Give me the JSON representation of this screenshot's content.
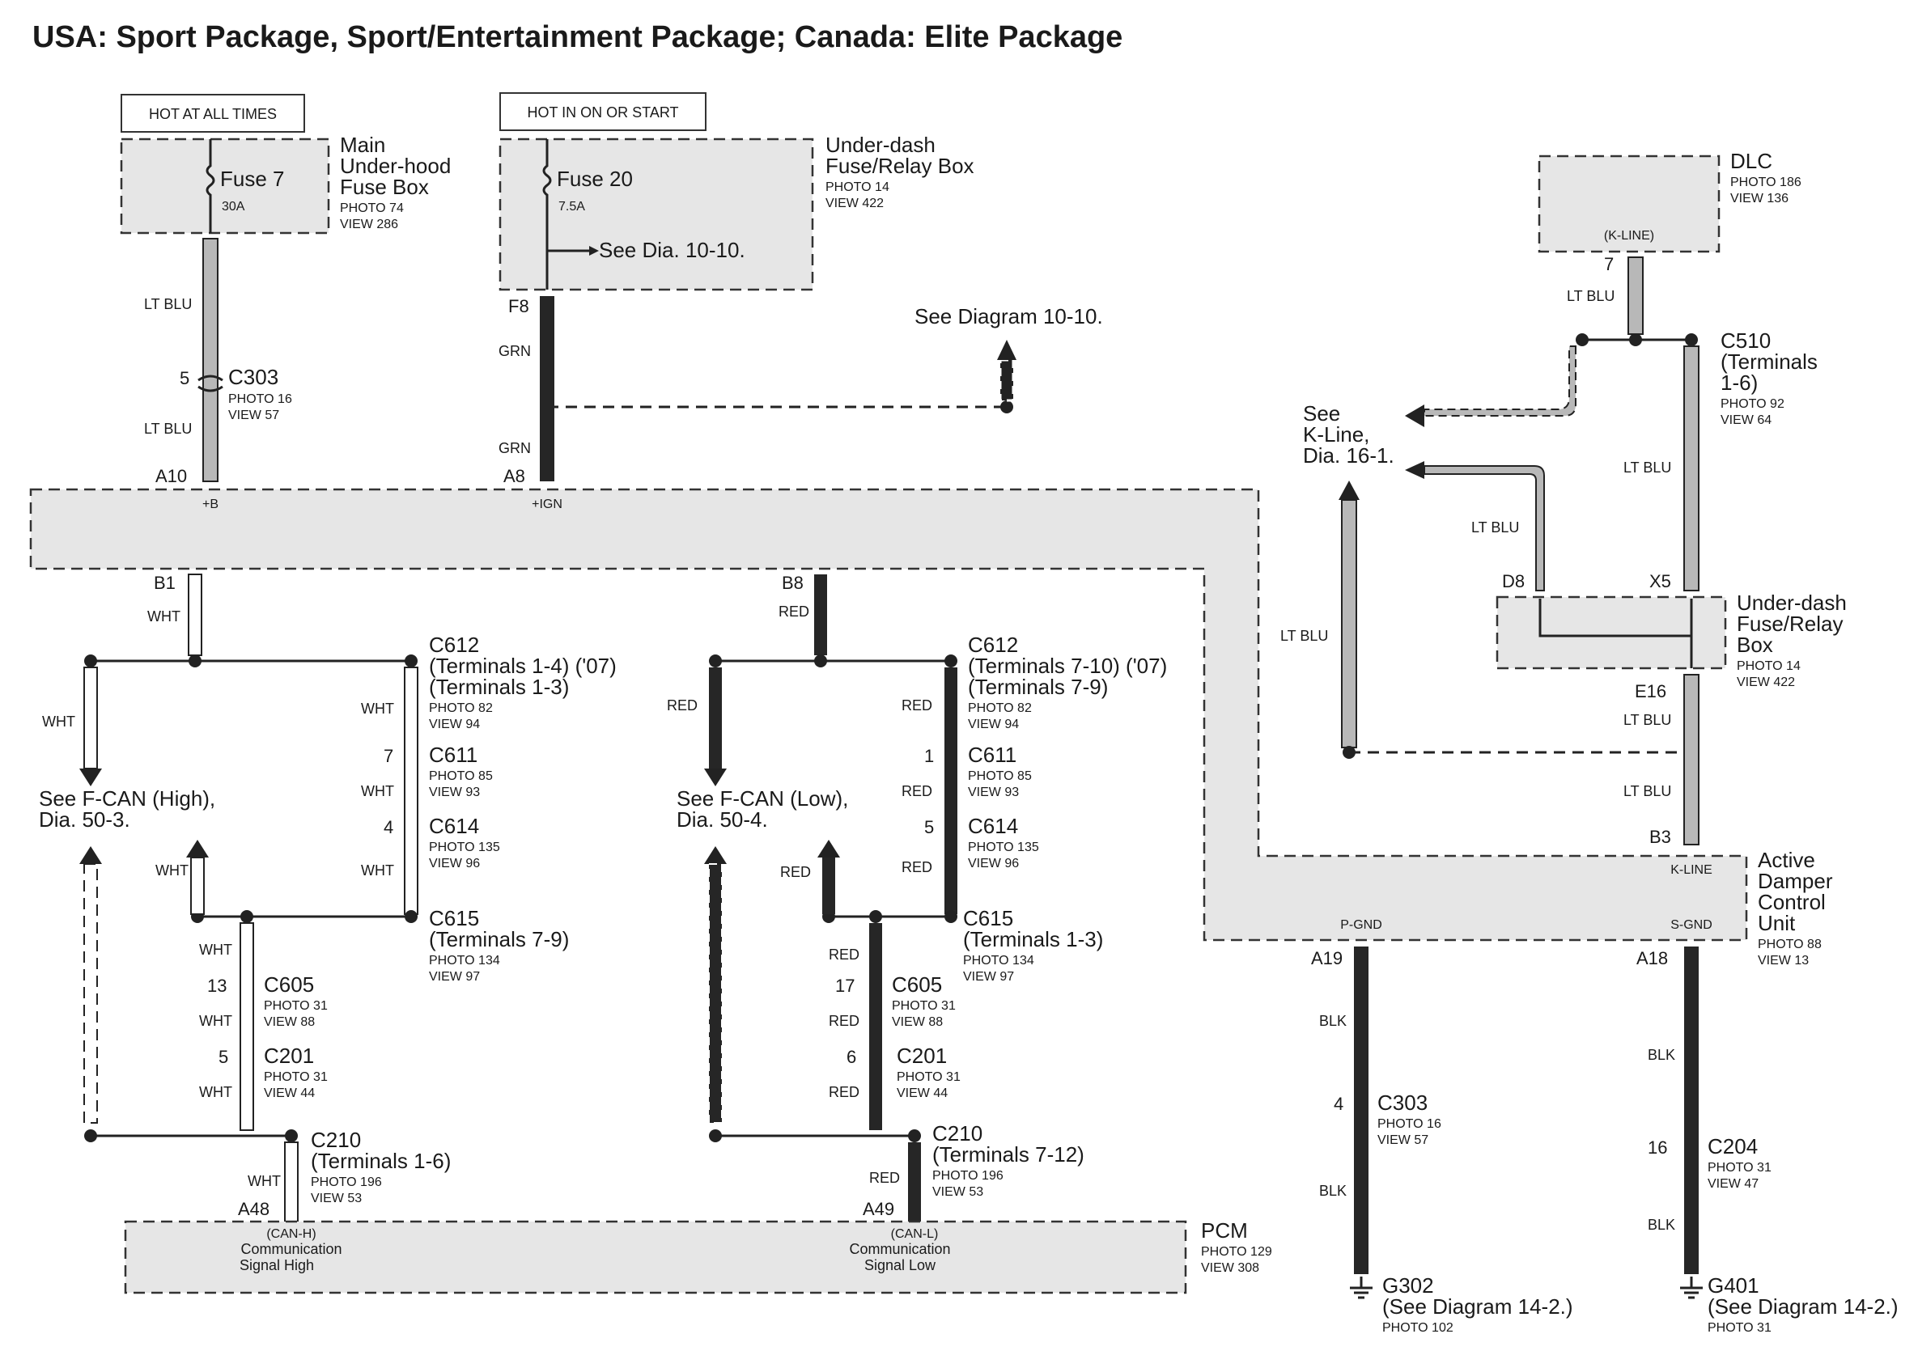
{
  "title": "USA: Sport Package, Sport/Entertainment Package; Canada: Elite Package",
  "hot_labels": {
    "always": "HOT AT ALL TIMES",
    "ign": "HOT IN ON OR START"
  },
  "fusebox_main": {
    "fuse": "Fuse 7",
    "amp": "30A",
    "name1": "Main",
    "name2": "Under-hood",
    "name3": "Fuse Box",
    "photo": "PHOTO 74",
    "view": "VIEW 286"
  },
  "fusebox_dash": {
    "fuse": "Fuse 20",
    "amp": "7.5A",
    "see": "See Dia. 10-10.",
    "name1": "Under-dash",
    "name2": "Fuse/Relay Box",
    "photo": "PHOTO 14",
    "view": "VIEW 422"
  },
  "see_diagram_10_10": "See Diagram 10-10.",
  "pins": {
    "a10": "A10",
    "a8": "A8",
    "f8": "F8",
    "b1": "B1",
    "b8": "B8",
    "plusb": "+B",
    "plusign": "+IGN",
    "a48": "A48",
    "a49": "A49",
    "a19": "A19",
    "a18": "A18",
    "d8": "D8",
    "x5": "X5",
    "e16": "E16",
    "b3": "B3",
    "n5": "5",
    "n7": "7",
    "n4": "4",
    "n13": "13",
    "n5b": "5",
    "n1": "1",
    "n5c": "5",
    "n17": "17",
    "n6": "6",
    "n7dlc": "7",
    "n4b": "4",
    "n16": "16"
  },
  "wire_colors": {
    "ltblu": "LT BLU",
    "grn": "GRN",
    "wht": "WHT",
    "red": "RED",
    "blk": "BLK"
  },
  "connectors": {
    "c303a": {
      "name": "C303",
      "photo": "PHOTO 16",
      "view": "VIEW 57"
    },
    "c612w": {
      "name": "C612",
      "t1": "(Terminals 1-4) ('07)",
      "t2": "(Terminals 1-3)",
      "photo": "PHOTO 82",
      "view": "VIEW 94"
    },
    "c611w": {
      "name": "C611",
      "photo": "PHOTO 85",
      "view": "VIEW 93"
    },
    "c614w": {
      "name": "C614",
      "photo": "PHOTO 135",
      "view": "VIEW 96"
    },
    "c615w": {
      "name": "C615",
      "t1": "(Terminals 7-9)",
      "photo": "PHOTO 134",
      "view": "VIEW 97"
    },
    "c605w": {
      "name": "C605",
      "photo": "PHOTO 31",
      "view": "VIEW 88"
    },
    "c201w": {
      "name": "C201",
      "photo": "PHOTO 31",
      "view": "VIEW 44"
    },
    "c210w": {
      "name": "C210",
      "t1": "(Terminals 1-6)",
      "photo": "PHOTO 196",
      "view": "VIEW 53"
    },
    "c612r": {
      "name": "C612",
      "t1": "(Terminals 7-10) ('07)",
      "t2": "(Terminals 7-9)",
      "photo": "PHOTO 82",
      "view": "VIEW 94"
    },
    "c611r": {
      "name": "C611",
      "photo": "PHOTO 85",
      "view": "VIEW 93"
    },
    "c614r": {
      "name": "C614",
      "photo": "PHOTO 135",
      "view": "VIEW 96"
    },
    "c615r": {
      "name": "C615",
      "t1": "(Terminals 1-3)",
      "photo": "PHOTO 134",
      "view": "VIEW 97"
    },
    "c605r": {
      "name": "C605",
      "photo": "PHOTO 31",
      "view": "VIEW 88"
    },
    "c201r": {
      "name": "C201",
      "photo": "PHOTO 31",
      "view": "VIEW 44"
    },
    "c210r": {
      "name": "C210",
      "t1": "(Terminals 7-12)",
      "photo": "PHOTO 196",
      "view": "VIEW 53"
    },
    "c510": {
      "name": "C510",
      "t1": "(Terminals",
      "t2": "1-6)",
      "photo": "PHOTO 92",
      "view": "VIEW 64"
    },
    "c303b": {
      "name": "C303",
      "photo": "PHOTO 16",
      "view": "VIEW 57"
    },
    "c204": {
      "name": "C204",
      "photo": "PHOTO 31",
      "view": "VIEW 47"
    }
  },
  "fcan_high": {
    "l1": "See F-CAN (High),",
    "l2": "Dia. 50-3."
  },
  "fcan_low": {
    "l1": "See F-CAN (Low),",
    "l2": "Dia. 50-4."
  },
  "pcm": {
    "name": "PCM",
    "photo": "PHOTO 129",
    "view": "VIEW 308",
    "canh": "(CAN-H)",
    "canh1": "Communication",
    "canh2": "Signal High",
    "canl": "(CAN-L)",
    "canl1": "Communication",
    "canl2": "Signal Low"
  },
  "dlc": {
    "name": "DLC",
    "photo": "PHOTO 186",
    "view": "VIEW 136",
    "kline": "(K-LINE)"
  },
  "see_kline": {
    "l1": "See",
    "l2": "K-Line,",
    "l3": "Dia. 16-1."
  },
  "underdash_box2": {
    "l1": "Under-dash",
    "l2": "Fuse/Relay",
    "l3": "Box",
    "photo": "PHOTO 14",
    "view": "VIEW 422"
  },
  "damper": {
    "l1": "Active",
    "l2": "Damper",
    "l3": "Control",
    "l4": "Unit",
    "photo": "PHOTO 88",
    "view": "VIEW 13",
    "kline": "K-LINE",
    "pgnd": "P-GND",
    "sgnd": "S-GND"
  },
  "g302": {
    "name": "G302",
    "see": "(See Diagram 14-2.)",
    "photo": "PHOTO 102"
  },
  "g401": {
    "name": "G401",
    "see": "(See Diagram 14-2.)",
    "photo": "PHOTO 31"
  },
  "colors": {
    "box_fill": "#e6e6e6",
    "ltblu_wire": "#b8b8b8",
    "dark_wire": "#262626",
    "white_wire": "#ffffff",
    "ink": "#1a1a1a"
  }
}
